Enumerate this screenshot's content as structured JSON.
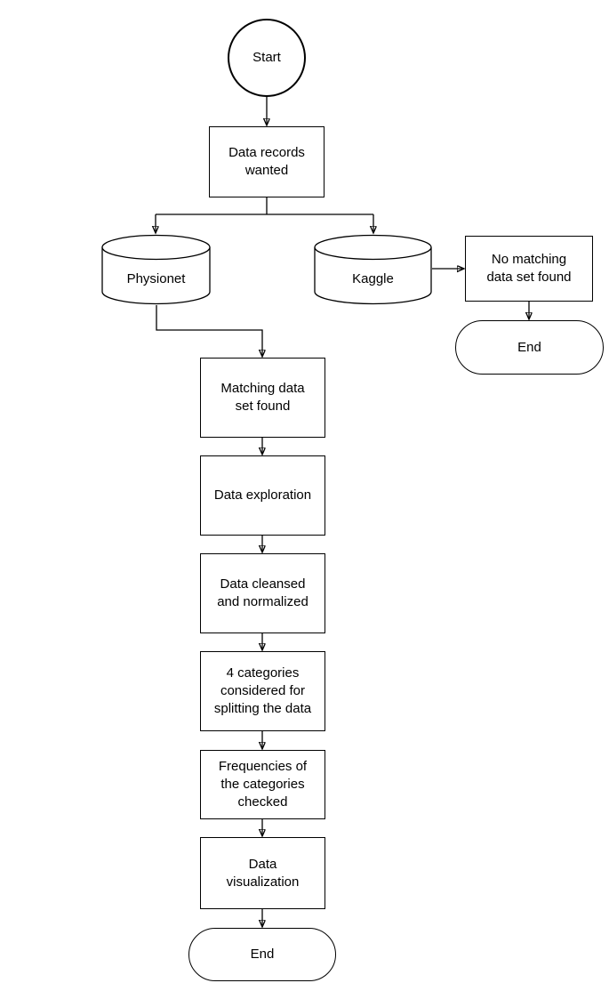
{
  "diagram": {
    "type": "flowchart",
    "colors": {
      "stroke": "#000000",
      "fill": "#ffffff",
      "text": "#000000",
      "background": "#ffffff"
    },
    "nodes": {
      "start": {
        "shape": "circle",
        "label": "Start"
      },
      "data_records_wanted": {
        "shape": "rectangle",
        "label": "Data records\nwanted"
      },
      "physionet": {
        "shape": "cylinder",
        "label": "Physionet"
      },
      "kaggle": {
        "shape": "cylinder",
        "label": "Kaggle"
      },
      "no_matching_data_set_found": {
        "shape": "rectangle",
        "label": "No matching\ndata set found"
      },
      "end_right": {
        "shape": "terminator",
        "label": "End"
      },
      "matching_data_set_found": {
        "shape": "rectangle",
        "label": "Matching data\nset found"
      },
      "data_exploration": {
        "shape": "rectangle",
        "label": "Data exploration"
      },
      "data_cleansed": {
        "shape": "rectangle",
        "label": "Data cleansed\nand normalized"
      },
      "four_categories": {
        "shape": "rectangle",
        "label": "4 categories\nconsidered for\nsplitting the data"
      },
      "frequencies_checked": {
        "shape": "rectangle",
        "label": "Frequencies of\nthe categories\nchecked"
      },
      "data_visualization": {
        "shape": "rectangle",
        "label": "Data\nvisualization"
      },
      "end_bottom": {
        "shape": "terminator",
        "label": "End"
      }
    },
    "edges": [
      "start -> data_records_wanted",
      "data_records_wanted -> physionet",
      "data_records_wanted -> kaggle",
      "kaggle -> no_matching_data_set_found",
      "no_matching_data_set_found -> end_right",
      "physionet -> matching_data_set_found",
      "matching_data_set_found -> data_exploration",
      "data_exploration -> data_cleansed",
      "data_cleansed -> four_categories",
      "four_categories -> frequencies_checked",
      "frequencies_checked -> data_visualization",
      "data_visualization -> end_bottom"
    ]
  }
}
